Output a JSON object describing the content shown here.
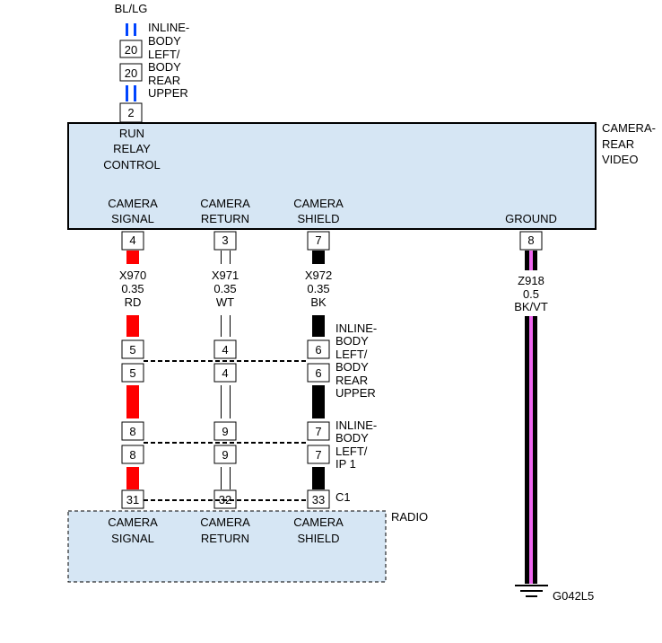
{
  "colors": {
    "module_fill": "#d6e6f4",
    "red": "#ff0000",
    "black": "#000000",
    "blue": "#0044ff",
    "pink": "#ee66ee",
    "white": "#ffffff"
  },
  "top_wire": {
    "color_code": "BL/LG",
    "inline_pin_top": "20",
    "inline_pin_bottom": "20",
    "inline_label": [
      "INLINE-",
      "BODY",
      "LEFT/",
      "BODY",
      "REAR",
      "UPPER"
    ],
    "module_pin": "2",
    "function_label": [
      "RUN",
      "RELAY",
      "CONTROL"
    ]
  },
  "camera_module": {
    "name": [
      "CAMERA-",
      "REAR",
      "VIDEO"
    ],
    "pins": [
      {
        "label": [
          "CAMERA",
          "SIGNAL"
        ],
        "pin": "4"
      },
      {
        "label": [
          "CAMERA",
          "RETURN"
        ],
        "pin": "3"
      },
      {
        "label": [
          "CAMERA",
          "SHIELD"
        ],
        "pin": "7"
      },
      {
        "label": [
          "GROUND"
        ],
        "pin": "8"
      }
    ]
  },
  "circuits": [
    {
      "id": "X970",
      "gauge": "0.35",
      "color": "RD"
    },
    {
      "id": "X971",
      "gauge": "0.35",
      "color": "WT"
    },
    {
      "id": "X972",
      "gauge": "0.35",
      "color": "BK"
    },
    {
      "id": "Z918",
      "gauge": "0.5",
      "color": "BK/VT"
    }
  ],
  "inline_connectors": [
    {
      "pins_top": [
        "5",
        "4",
        "6"
      ],
      "pins_bottom": [
        "5",
        "4",
        "6"
      ],
      "label": [
        "INLINE-",
        "BODY",
        "LEFT/",
        "BODY",
        "REAR",
        "UPPER"
      ]
    },
    {
      "pins_top": [
        "8",
        "9",
        "7"
      ],
      "pins_bottom": [
        "8",
        "9",
        "7"
      ],
      "label": [
        "INLINE-",
        "BODY",
        "LEFT/",
        "IP 1"
      ]
    }
  ],
  "radio": {
    "name": "RADIO",
    "connector": "C1",
    "pins": [
      "31",
      "32",
      "33"
    ],
    "labels": [
      [
        "CAMERA",
        "SIGNAL"
      ],
      [
        "CAMERA",
        "RETURN"
      ],
      [
        "CAMERA",
        "SHIELD"
      ]
    ]
  },
  "ground": {
    "label": "G042L5"
  }
}
